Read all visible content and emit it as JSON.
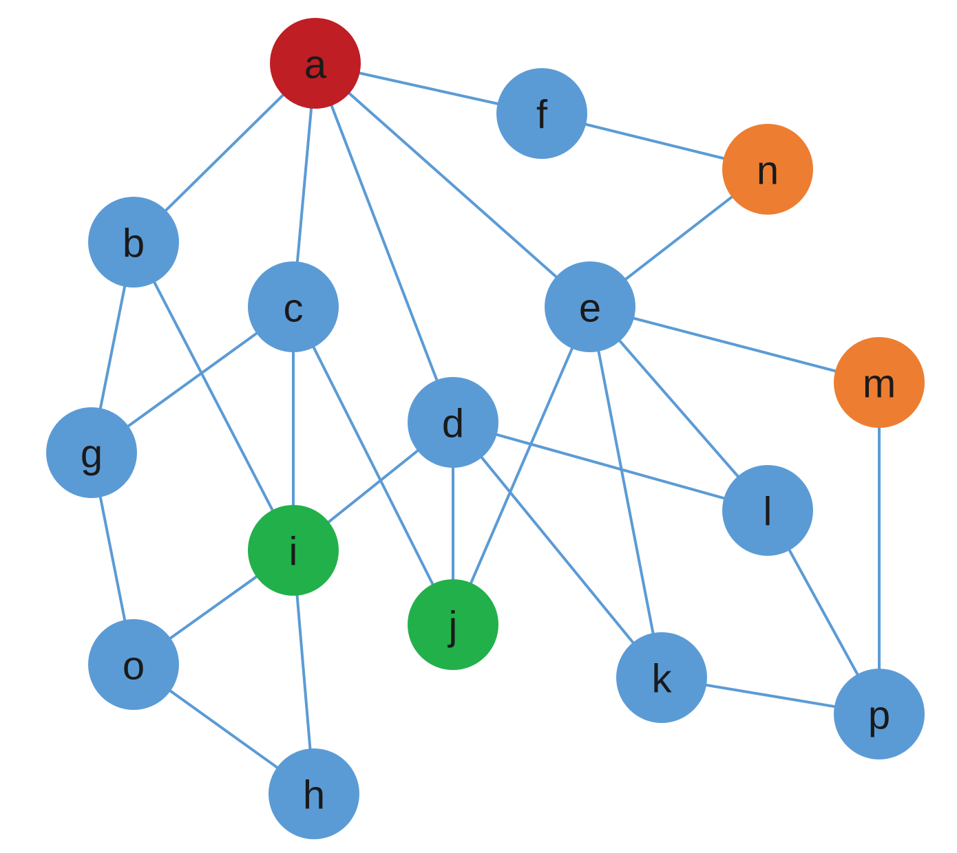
{
  "colors": {
    "edge": "#5b9bd5",
    "default": "#5b9bd5",
    "red": "#be1e24",
    "orange": "#ed7d31",
    "green": "#22b04b"
  },
  "nodes": [
    {
      "id": "a",
      "label": "a",
      "color": "red"
    },
    {
      "id": "b",
      "label": "b",
      "color": "default"
    },
    {
      "id": "c",
      "label": "c",
      "color": "default"
    },
    {
      "id": "d",
      "label": "d",
      "color": "default"
    },
    {
      "id": "e",
      "label": "e",
      "color": "default"
    },
    {
      "id": "f",
      "label": "f",
      "color": "default"
    },
    {
      "id": "g",
      "label": "g",
      "color": "default"
    },
    {
      "id": "h",
      "label": "h",
      "color": "default"
    },
    {
      "id": "i",
      "label": "i",
      "color": "green"
    },
    {
      "id": "j",
      "label": "j",
      "color": "green"
    },
    {
      "id": "k",
      "label": "k",
      "color": "default"
    },
    {
      "id": "l",
      "label": "l",
      "color": "default"
    },
    {
      "id": "m",
      "label": "m",
      "color": "orange"
    },
    {
      "id": "n",
      "label": "n",
      "color": "orange"
    },
    {
      "id": "o",
      "label": "o",
      "color": "default"
    },
    {
      "id": "p",
      "label": "p",
      "color": "default"
    }
  ],
  "edges": [
    [
      "a",
      "f"
    ],
    [
      "a",
      "b"
    ],
    [
      "a",
      "c"
    ],
    [
      "a",
      "d"
    ],
    [
      "a",
      "e"
    ],
    [
      "f",
      "n"
    ],
    [
      "n",
      "e"
    ],
    [
      "b",
      "g"
    ],
    [
      "b",
      "i"
    ],
    [
      "c",
      "g"
    ],
    [
      "c",
      "i"
    ],
    [
      "c",
      "j"
    ],
    [
      "d",
      "i"
    ],
    [
      "d",
      "j"
    ],
    [
      "d",
      "l"
    ],
    [
      "d",
      "k"
    ],
    [
      "e",
      "m"
    ],
    [
      "e",
      "l"
    ],
    [
      "e",
      "k"
    ],
    [
      "e",
      "j"
    ],
    [
      "m",
      "p"
    ],
    [
      "l",
      "p"
    ],
    [
      "k",
      "p"
    ],
    [
      "g",
      "o"
    ],
    [
      "i",
      "o"
    ],
    [
      "i",
      "h"
    ],
    [
      "o",
      "h"
    ]
  ]
}
